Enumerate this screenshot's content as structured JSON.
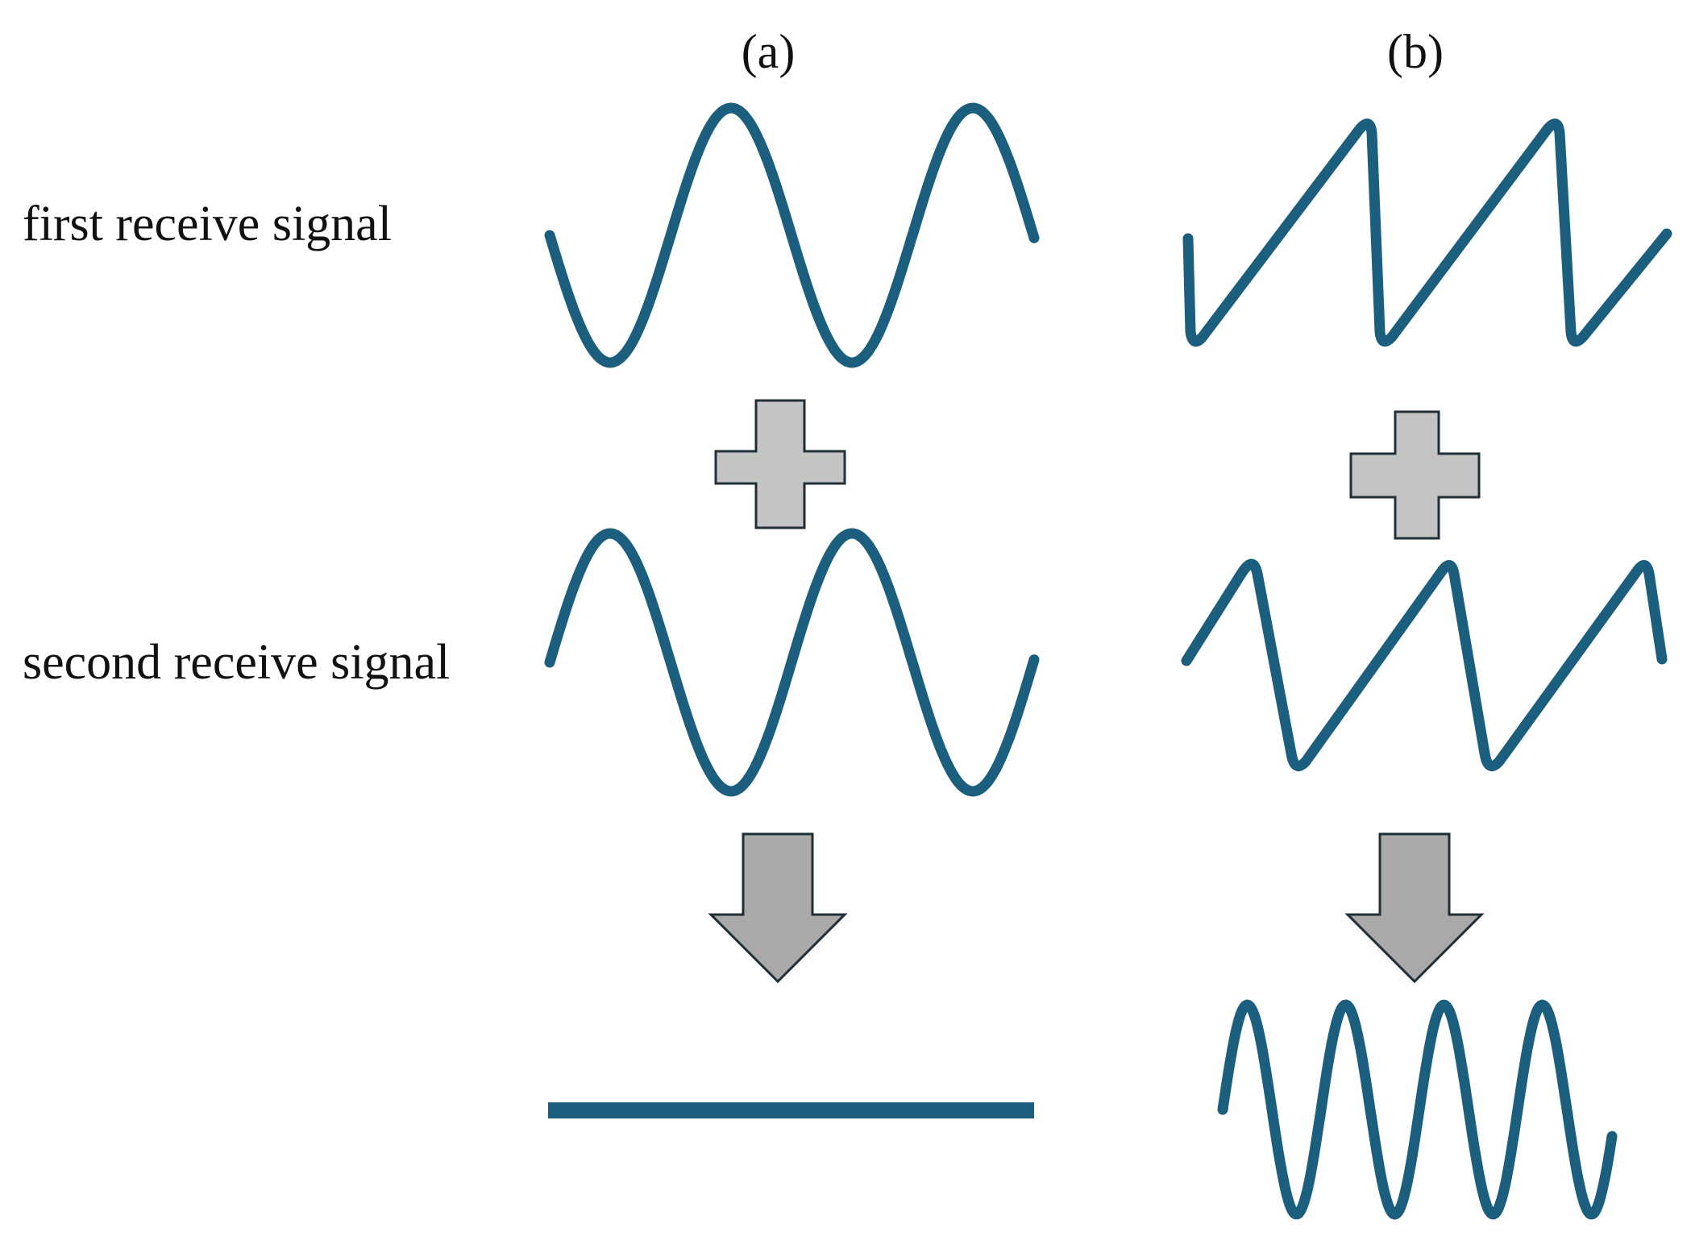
{
  "figure": {
    "columns": [
      {
        "id": "a",
        "label": "(a)"
      },
      {
        "id": "b",
        "label": "(b)"
      }
    ],
    "rows": {
      "first": "first receive signal",
      "second": "second receive signal"
    },
    "colors": {
      "wave": "#1b5e7e",
      "symbol_fill": "#c4c4c4",
      "arrow_fill": "#a9a9a9",
      "symbol_stroke": "#1f2f38"
    },
    "icons": [
      "plus-icon",
      "down-arrow-icon"
    ]
  }
}
